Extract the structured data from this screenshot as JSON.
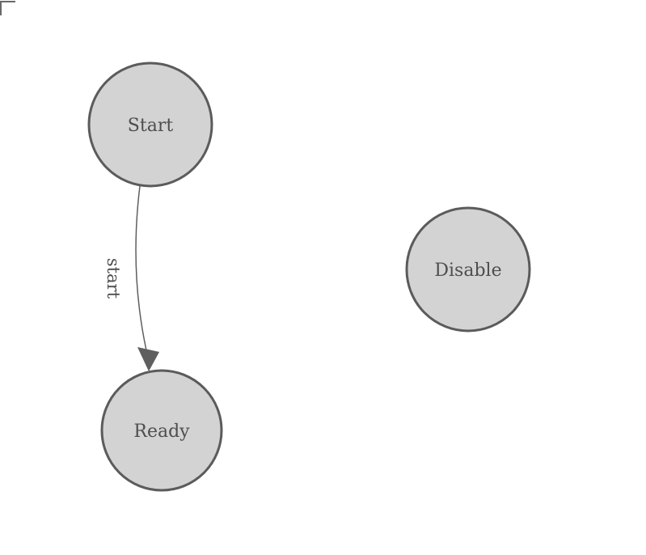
{
  "diagram": {
    "type": "state-machine",
    "nodes": [
      {
        "id": "start",
        "label": "Start"
      },
      {
        "id": "ready",
        "label": "Ready"
      },
      {
        "id": "disable",
        "label": "Disable"
      }
    ],
    "edges": [
      {
        "from": "start",
        "to": "ready",
        "label": "start"
      }
    ],
    "colors": {
      "node_fill": "#d3d3d3",
      "node_stroke": "#5b5b5b",
      "edge_stroke": "#5f5f5f",
      "arrowhead_fill": "#5f5f5f",
      "label_text": "#4e4e4e",
      "corner_mark": "#696969",
      "background": "#ffffff"
    }
  }
}
